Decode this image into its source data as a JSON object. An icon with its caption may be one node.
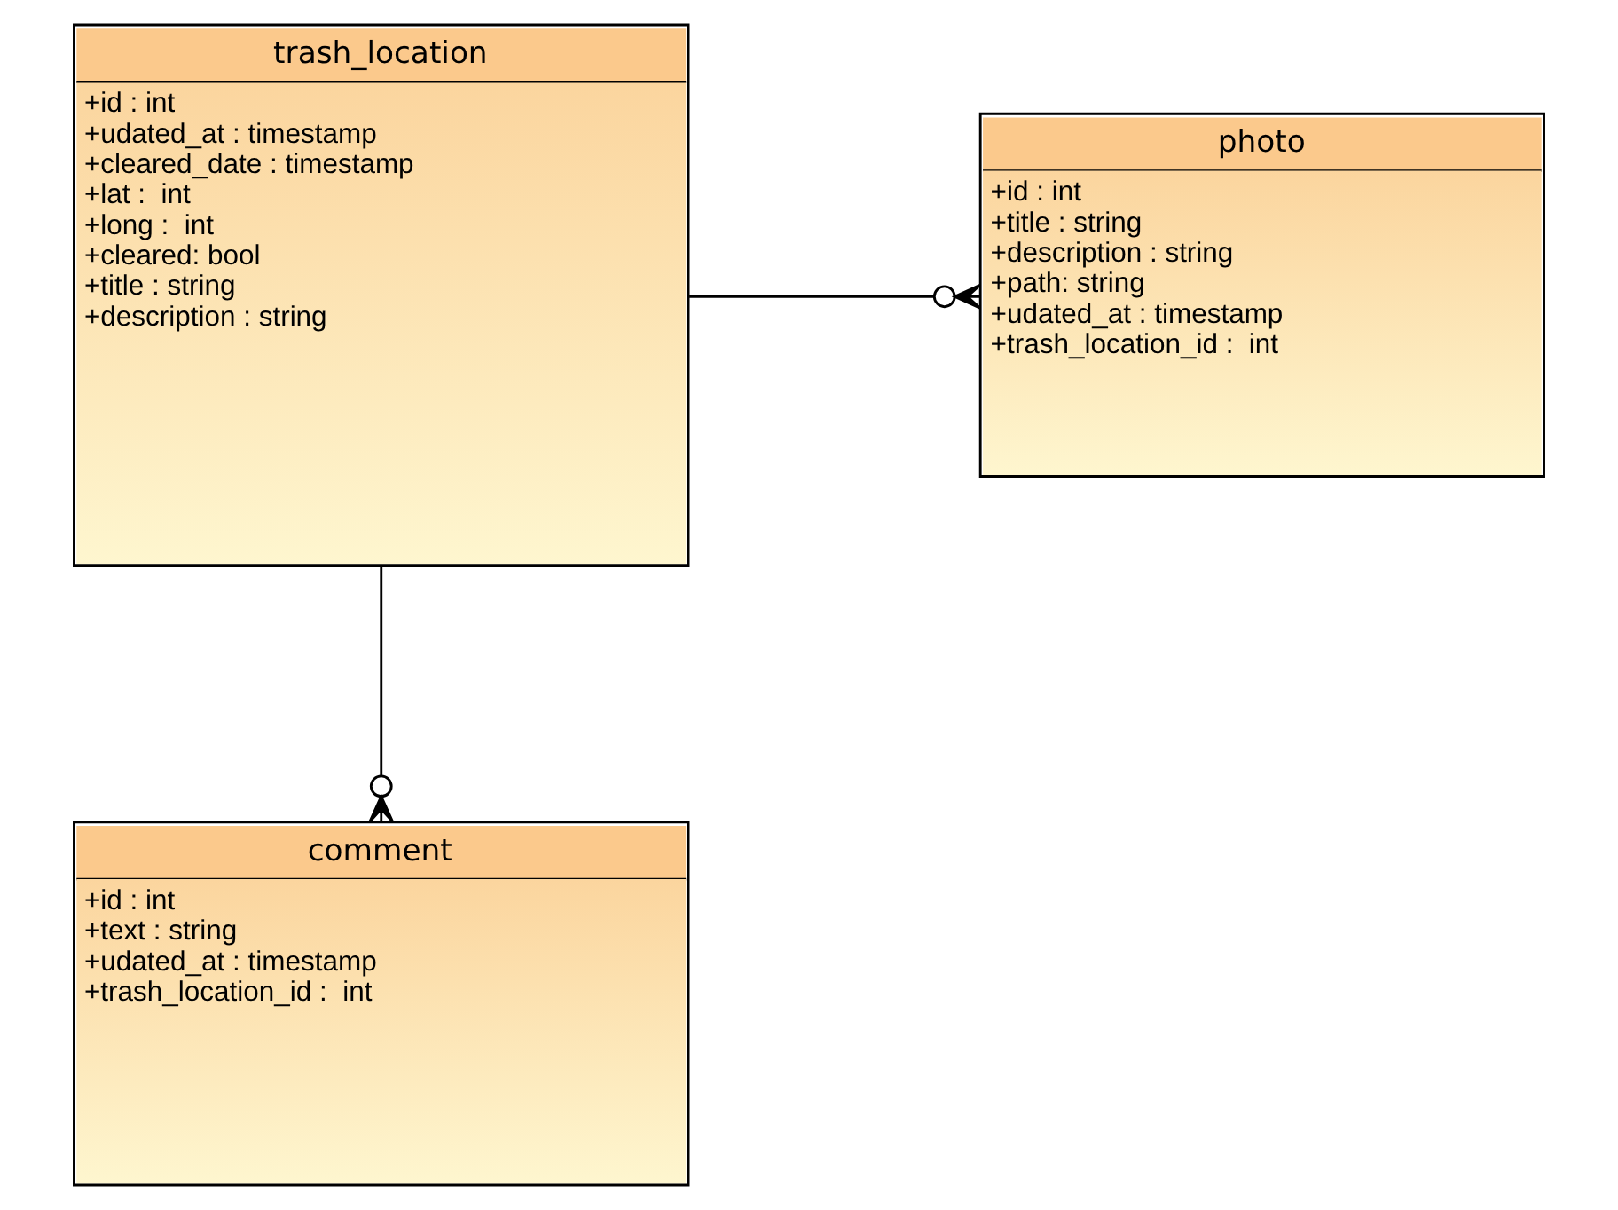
{
  "diagram": {
    "nodes": [
      {
        "text": [
          "trash_location",
          "+id : int",
          "+udated_at : timestamp",
          "+cleared_date : timestamp",
          "+lat :  int",
          "+long :  int",
          "+cleared: bool",
          "+title : string",
          "+description : string"
        ]
      },
      {
        "text": [
          "photo",
          "+id : int",
          "+title : string",
          "+description : string",
          "+path: string",
          "+udated_at : timestamp",
          "+trash_location_id :  int"
        ]
      },
      {
        "text": [
          "comment",
          "+id : int",
          "+text : string",
          "+udated_at : timestamp",
          "+trash_location_id :  int"
        ]
      }
    ],
    "edges": [
      {
        "from": 0,
        "to": 1,
        "arrow": "other"
      },
      {
        "from": 0,
        "to": 2,
        "arrow": "other"
      }
    ]
  }
}
